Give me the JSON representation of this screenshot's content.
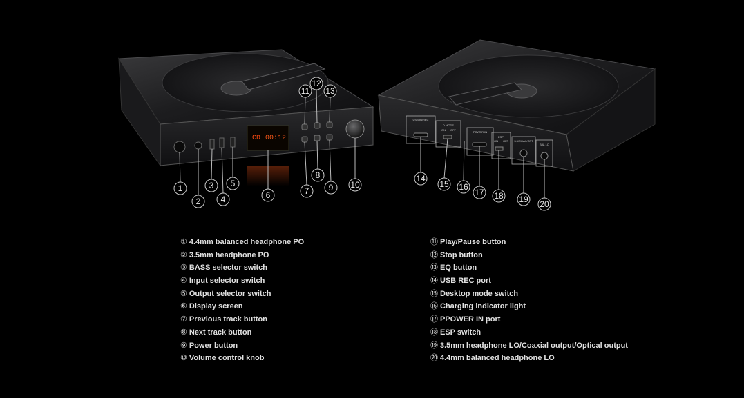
{
  "display": {
    "track": "CD",
    "time": "00:12"
  },
  "legend": {
    "left": [
      {
        "num": "①",
        "text": "4.4mm balanced headphone PO"
      },
      {
        "num": "②",
        "text": "3.5mm headphone PO"
      },
      {
        "num": "③",
        "text": "BASS selector switch"
      },
      {
        "num": "④",
        "text": "Input selector switch"
      },
      {
        "num": "⑤",
        "text": "Output selector switch"
      },
      {
        "num": "⑥",
        "text": "Display screen"
      },
      {
        "num": "⑦",
        "text": "Previous track button"
      },
      {
        "num": "⑧",
        "text": "Next track button"
      },
      {
        "num": "⑨",
        "text": "Power button"
      },
      {
        "num": "⑩",
        "text": "Volume control knob"
      }
    ],
    "right": [
      {
        "num": "⑪",
        "text": "Play/Pause button"
      },
      {
        "num": "⑫",
        "text": "Stop button"
      },
      {
        "num": "⑬",
        "text": "EQ button"
      },
      {
        "num": "⑭",
        "text": "USB REC port"
      },
      {
        "num": "⑮",
        "text": "Desktop mode switch"
      },
      {
        "num": "⑯",
        "text": "Charging indicator light"
      },
      {
        "num": "⑰",
        "text": "PPOWER IN port"
      },
      {
        "num": "⑱",
        "text": "ESP switch"
      },
      {
        "num": "⑲",
        "text": "3.5mm headphone LO/Coaxial output/Optical output"
      },
      {
        "num": "⑳",
        "text": "4.4mm balanced headphone LO"
      }
    ]
  },
  "callouts": {
    "c1": "1",
    "c2": "2",
    "c3": "3",
    "c4": "4",
    "c5": "5",
    "c6": "6",
    "c7": "7",
    "c8": "8",
    "c9": "9",
    "c10": "10",
    "c11": "11",
    "c12": "12",
    "c13": "13",
    "c14": "14",
    "c15": "15",
    "c16": "16",
    "c17": "17",
    "c18": "18",
    "c19": "19",
    "c20": "20"
  },
  "rear_panel": {
    "usb_rec": "USB IN/REC",
    "d_mode": "D-MODE",
    "on": "ON",
    "off": "OFF",
    "power_in": "POWER IN",
    "esp": "ESP",
    "esp_on": "ON",
    "esp_off": "OFF",
    "lo_out": "3.5/COAX/OPT",
    "bal_lo": "BAL LO"
  }
}
